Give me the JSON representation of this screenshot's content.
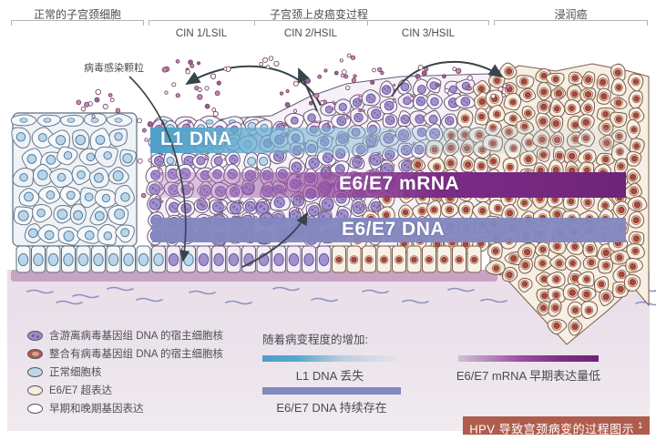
{
  "header": {
    "normal_label": "正常的子宫颈细胞",
    "process_label": "子宫颈上皮癌变过程",
    "invasive_label": "浸润癌",
    "stages": [
      {
        "label": "CIN 1/LSIL"
      },
      {
        "label": "CIN 2/HSIL"
      },
      {
        "label": "CIN 3/HSIL"
      }
    ]
  },
  "annotations": {
    "virus_particles": "病毒感染颗粒"
  },
  "bands": {
    "l1": "L1 DNA",
    "mrna": "E6/E7 mRNA",
    "dna": "E6/E7 DNA"
  },
  "legend": {
    "items": [
      {
        "name": "episomal-viral-dna-nucleus",
        "label": "含游离病毒基因组 DNA 的宿主细胞核",
        "color": "#9b8cc7"
      },
      {
        "name": "integrated-viral-dna-nucleus",
        "label": "整合有病毒基因组 DNA 的宿主细胞核",
        "color": "#b0584a"
      },
      {
        "name": "normal-nucleus",
        "label": "正常细胞核",
        "color": "#bcd9e9"
      },
      {
        "name": "e6e7-overexpression",
        "label": "E6/E7 超表达",
        "color": "#f6efd9"
      },
      {
        "name": "early-late-gene-expression",
        "label": "早期和晚期基因表达",
        "color": "#ffffff"
      }
    ]
  },
  "progression": {
    "heading": "随着病变程度的增加:",
    "l1_loss": "L1 DNA 丢失",
    "dna_persistence": "E6/E7 DNA 持续存在",
    "mrna_low": "E6/E7 mRNA 早期表达量低"
  },
  "footer": {
    "caption": "HPV 导致宫颈病变的过程图示",
    "reference": "1"
  },
  "colors": {
    "l1_band": "#57a7cc",
    "mrna_band": "#7b2c85",
    "dna_band": "#8287c0",
    "membrane": "#c8a4c4",
    "banner": "#b05c4c"
  }
}
